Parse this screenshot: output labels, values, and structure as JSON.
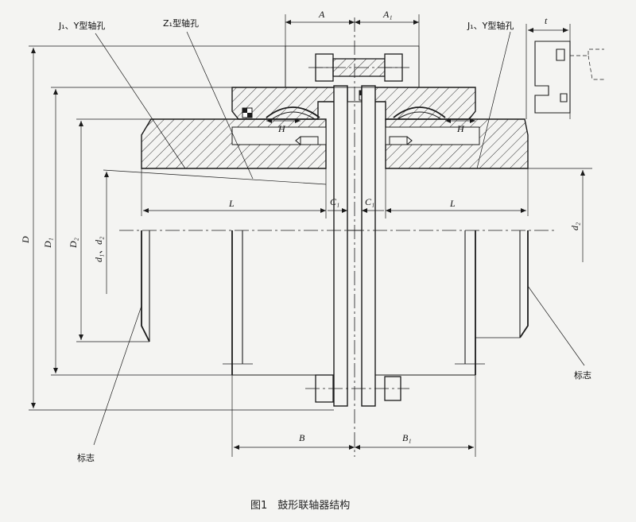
{
  "labels": {
    "bore_j1_y_left": "J₁、Y型轴孔",
    "bore_z1": "Z₁型轴孔",
    "bore_j1_y_right": "J₁、Y型轴孔",
    "mark_left": "标志",
    "mark_right": "标志"
  },
  "dimensions": {
    "A": "A",
    "A1": "A₁",
    "t": "t",
    "H_left": "H",
    "H_right": "H",
    "L_left": "L",
    "L_right": "L",
    "C1_left": "C₁",
    "C1_right": "C₁",
    "D": "D",
    "D1": "D₁",
    "D2": "D₂",
    "d1_d2": "d₁、d₂",
    "dz": "d₂",
    "B": "B",
    "B1": "B₁"
  },
  "caption": "图1　鼓形联轴器结构"
}
